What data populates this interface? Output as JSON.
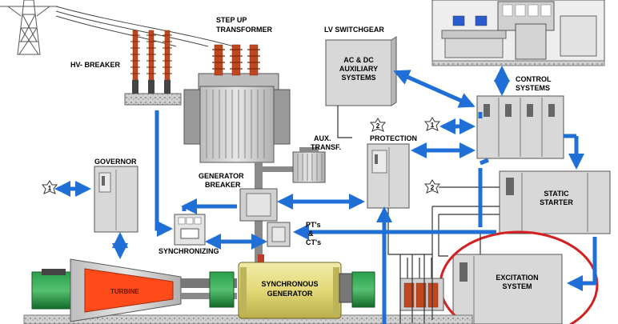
{
  "labels": {
    "hv_breaker": "HV- BREAKER",
    "step_up_l1": "STEP UP",
    "step_up_l2": "TRANSFORMER",
    "lv_switchgear": "LV SWITCHGEAR",
    "aux_l1": "AC & DC",
    "aux_l2": "AUXILIARY",
    "aux_l3": "SYSTEMS",
    "control_l1": "CONTROL",
    "control_l2": "SYSTEMS",
    "aux_transf_l1": "AUX.",
    "aux_transf_l2": "TRANSF.",
    "protection": "PROTECTION",
    "governor": "GOVERNOR",
    "gen_breaker_l1": "GENERATOR",
    "gen_breaker_l2": "BREAKER",
    "static_l1": "STATIC",
    "static_l2": "STARTER",
    "pts_l1": "PT's",
    "pts_l2": "&",
    "pts_l3": "CT's",
    "synchronizing": "SYNCHRONIZING",
    "turbine": "TURBINE",
    "sync_gen_l1": "SYNCHRONOUS",
    "sync_gen_l2": "GENERATOR",
    "excitation_l1": "EXCITATION",
    "excitation_l2": "SYSTEM"
  },
  "markers": {
    "control_marker": "1",
    "governor_marker": "1",
    "protection_marker": "2",
    "static_marker": "2"
  },
  "colors": {
    "arrow_blue": "#1f6fd6",
    "bushing_red": "#c0471f",
    "equipment_gray": "#d8d8d8",
    "ring_red": "#d42020",
    "turbine_fill": "#ff4b1a",
    "generator_yellow": "#e8e08a",
    "cooling_green": "#1f8a3a"
  }
}
